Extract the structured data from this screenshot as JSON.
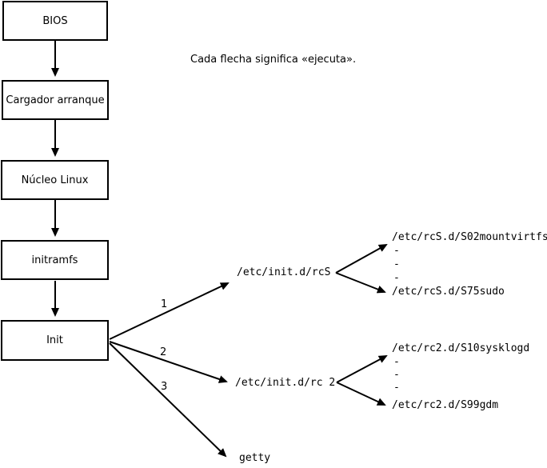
{
  "note": "Cada flecha significa «ejecuta».",
  "boxes": {
    "bios": "BIOS",
    "bootloader": "Cargador arranque",
    "kernel": "Núcleo Linux",
    "initramfs": "initramfs",
    "init": "Init"
  },
  "arrow_labels": {
    "one": "1",
    "two": "2",
    "three": "3"
  },
  "targets": {
    "rcs_script": "/etc/init.d/rcS",
    "rcs_first": "/etc/rcS.d/S02mountvirtfs",
    "rcs_ellipsis": "-\n-\n-",
    "rcs_last": "/etc/rcS.d/S75sudo",
    "rc2_script": "/etc/init.d/rc 2",
    "rc2_first": "/etc/rc2.d/S10sysklogd",
    "rc2_ellipsis": "-\n-\n-",
    "rc2_last": "/etc/rc2.d/S99gdm",
    "getty": "getty"
  },
  "colors": {
    "line": "#000000",
    "background": "#ffffff"
  }
}
